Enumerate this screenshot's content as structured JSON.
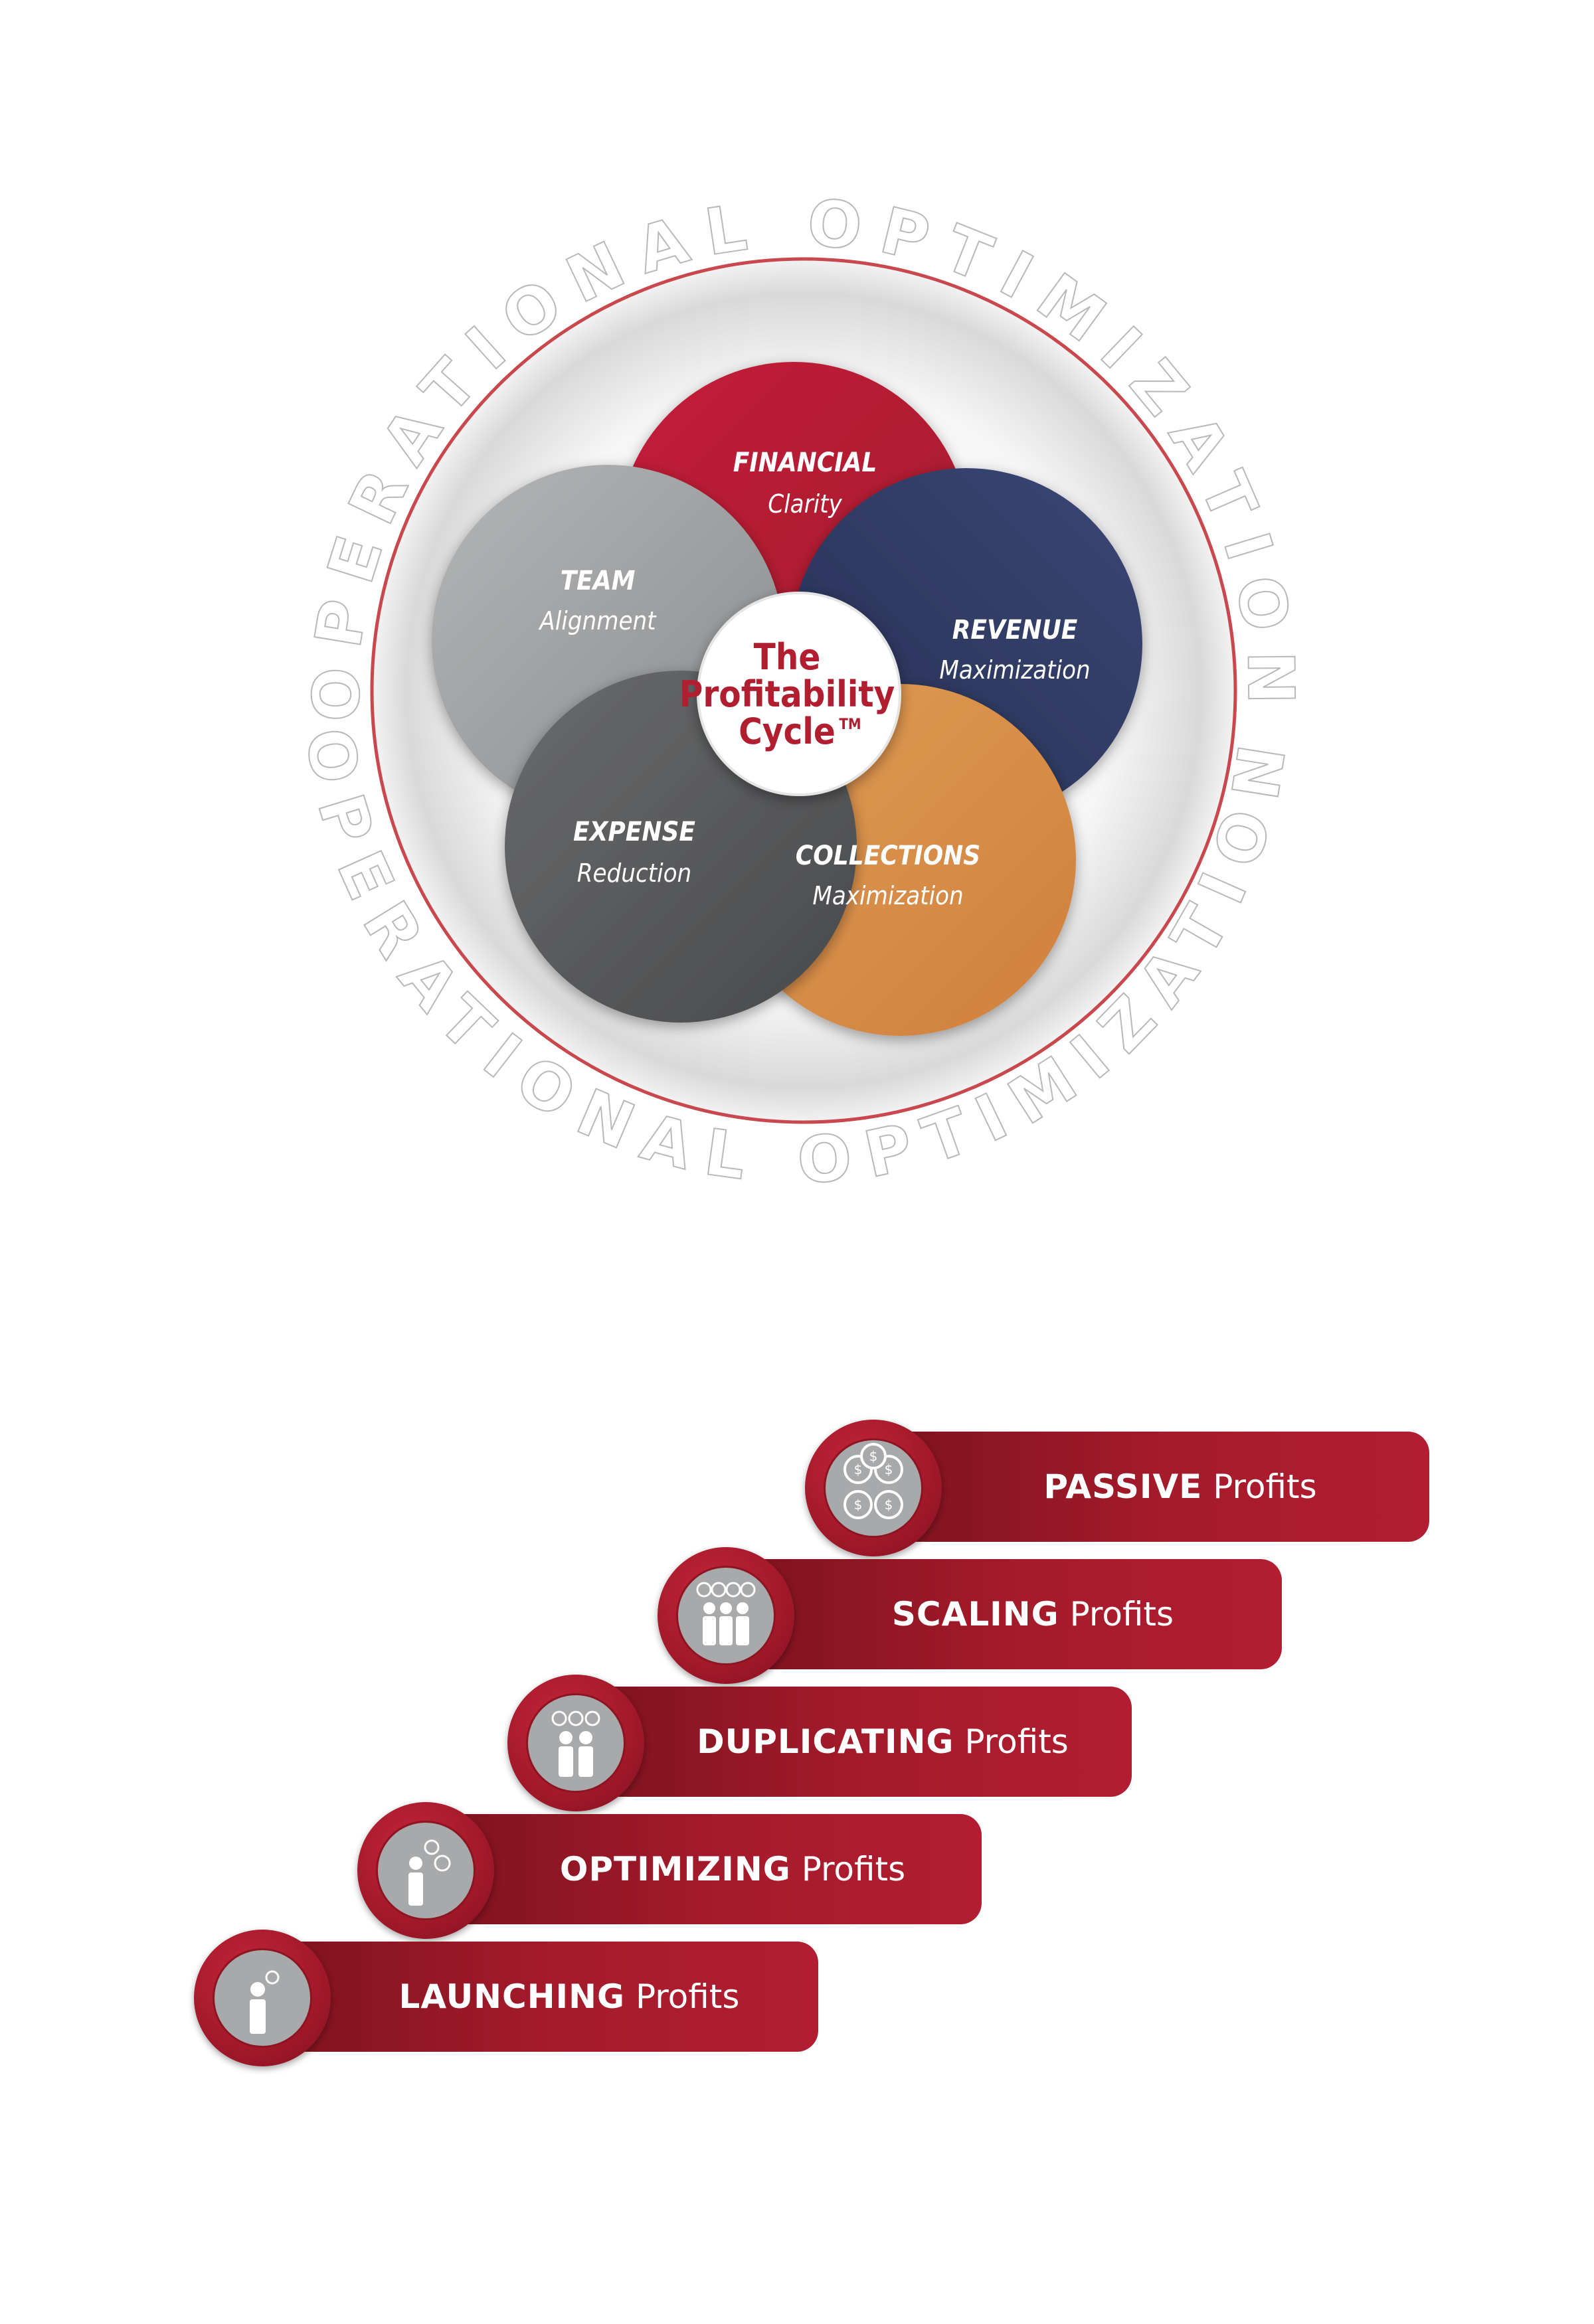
{
  "cycle": {
    "ring_text_top": "OPERATIONAL OPTIMIZATION",
    "ring_text_bottom": "OPERATIONAL OPTIMIZATION",
    "hub": {
      "line1": "The",
      "line2": "Profitability",
      "line3": "Cycle",
      "tm": "TM"
    },
    "petals": [
      {
        "title": "FINANCIAL",
        "sub": "Clarity",
        "color": "#b21d31"
      },
      {
        "title": "REVENUE",
        "sub": "Maximization",
        "color": "#2e3a62"
      },
      {
        "title": "COLLECTIONS",
        "sub": "Maximization",
        "color": "#d68d45"
      },
      {
        "title": "EXPENSE",
        "sub": "Reduction",
        "color": "#58595b"
      },
      {
        "title": "TEAM",
        "sub": "Alignment",
        "color": "#9a9c9e"
      }
    ],
    "colors": {
      "ring_border": "#c9484e",
      "accent": "#b01e30"
    }
  },
  "steps": [
    {
      "bold": "PASSIVE",
      "normal": "Profits",
      "icon": "money-bags-icon"
    },
    {
      "bold": "SCALING",
      "normal": "Profits",
      "icon": "team-money-icon"
    },
    {
      "bold": "DUPLICATING",
      "normal": "Profits",
      "icon": "pair-money-icon"
    },
    {
      "bold": "OPTIMIZING",
      "normal": "Profits",
      "icon": "person-money-icon"
    },
    {
      "bold": "LAUNCHING",
      "normal": "Profits",
      "icon": "person-icon"
    }
  ]
}
